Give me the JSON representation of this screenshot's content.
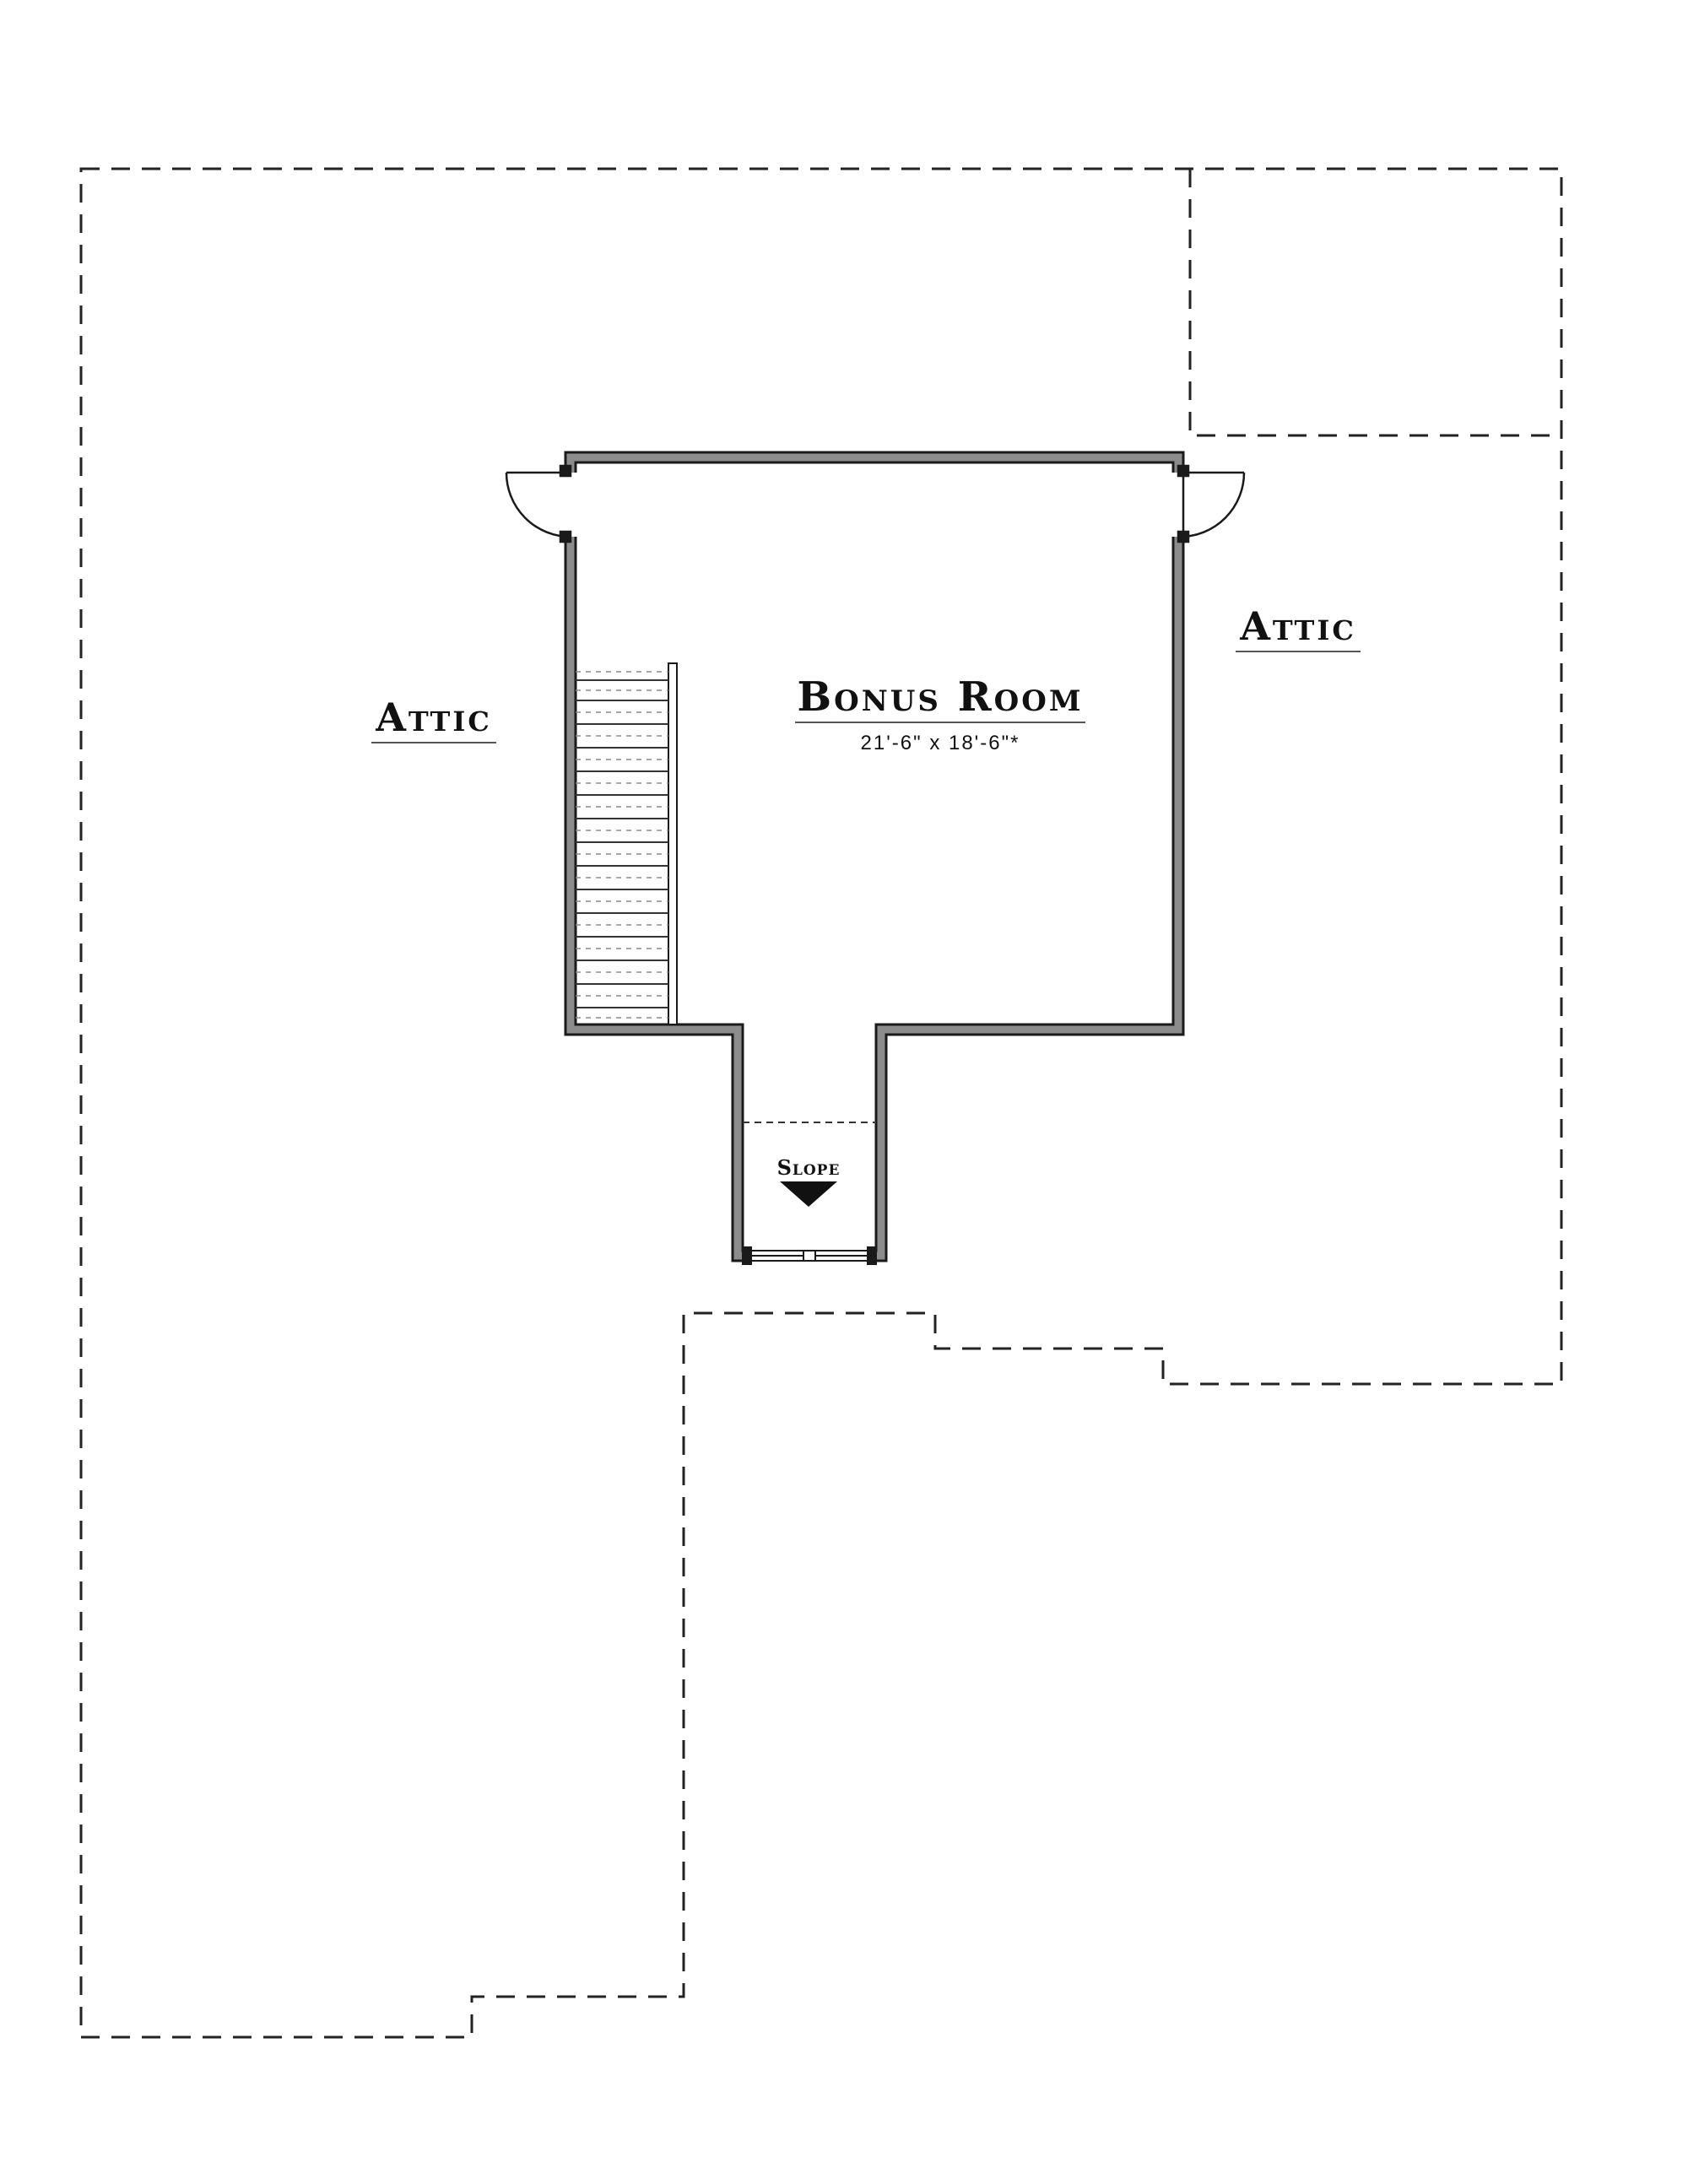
{
  "labels": {
    "attic_left": "Attic",
    "attic_right": "Attic",
    "bonus_room": "Bonus Room",
    "bonus_room_dimensions": "21'-6\" x 18'-6\"*",
    "slope": "Slope"
  },
  "colors": {
    "wall_fill": "#8c8c8c",
    "wall_stroke": "#1a1a1a",
    "dashed_outline": "#222222",
    "text": "#111111"
  }
}
